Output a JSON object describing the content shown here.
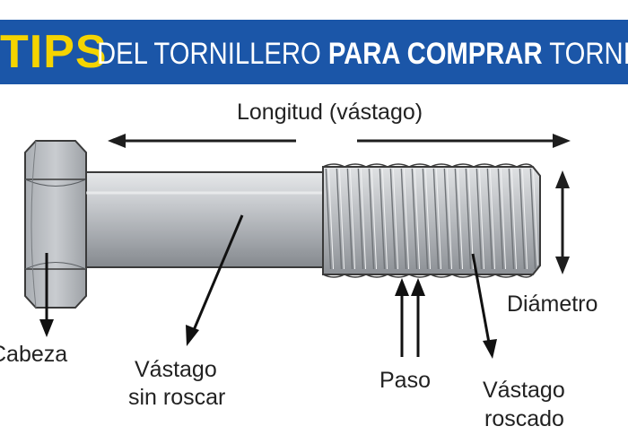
{
  "banner": {
    "tips": "TIPS",
    "part1": "DEL TORNILLERO",
    "part2": "PARA COMPRAR",
    "part3": "TORNILLOS"
  },
  "labels": {
    "longitud": "Longitud (vástago)",
    "diametro": "Diámetro",
    "cabeza": "Cabeza",
    "vastago_sin_roscar_1": "Vástago",
    "vastago_sin_roscar_2": "sin roscar",
    "paso": "Paso",
    "vastago_roscado_1": "Vástago",
    "vastago_roscado_2": "roscado"
  },
  "colors": {
    "banner_bg": "#1b56a8",
    "tips": "#f5d400",
    "metal": "#b9bcc0",
    "outline": "#3a3a3a"
  }
}
